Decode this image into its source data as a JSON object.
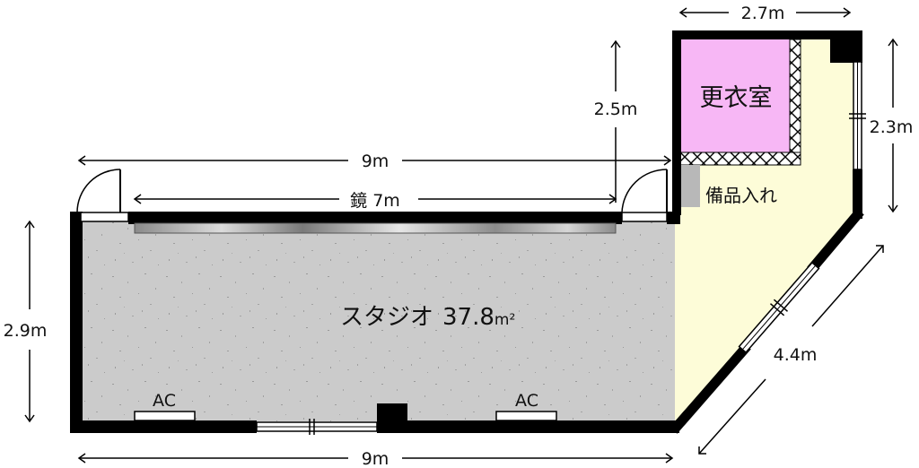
{
  "rooms": {
    "studio": {
      "name": "スタジオ",
      "area": "37.8",
      "unit": "m²"
    },
    "dressing_room": {
      "name": "更衣室"
    },
    "storage": {
      "name": "備品入れ"
    }
  },
  "dimensions": {
    "mirror_width": "鏡 7m",
    "upper_width": "9m",
    "bottom_width": "9m",
    "left_height": "2.9m",
    "annex_width": "2.7m",
    "annex_wall_height": "2.5m",
    "right_upper_height": "2.3m",
    "diagonal_length": "4.4m"
  },
  "fixtures": {
    "ac_left": "AC",
    "ac_right": "AC"
  },
  "colors": {
    "wall": "#000000",
    "studio_floor": "#cbcbcb",
    "annex_floor": "#fdfcd8",
    "dressing_room": "#f7b7f5",
    "storage": "#b8b8b8"
  }
}
